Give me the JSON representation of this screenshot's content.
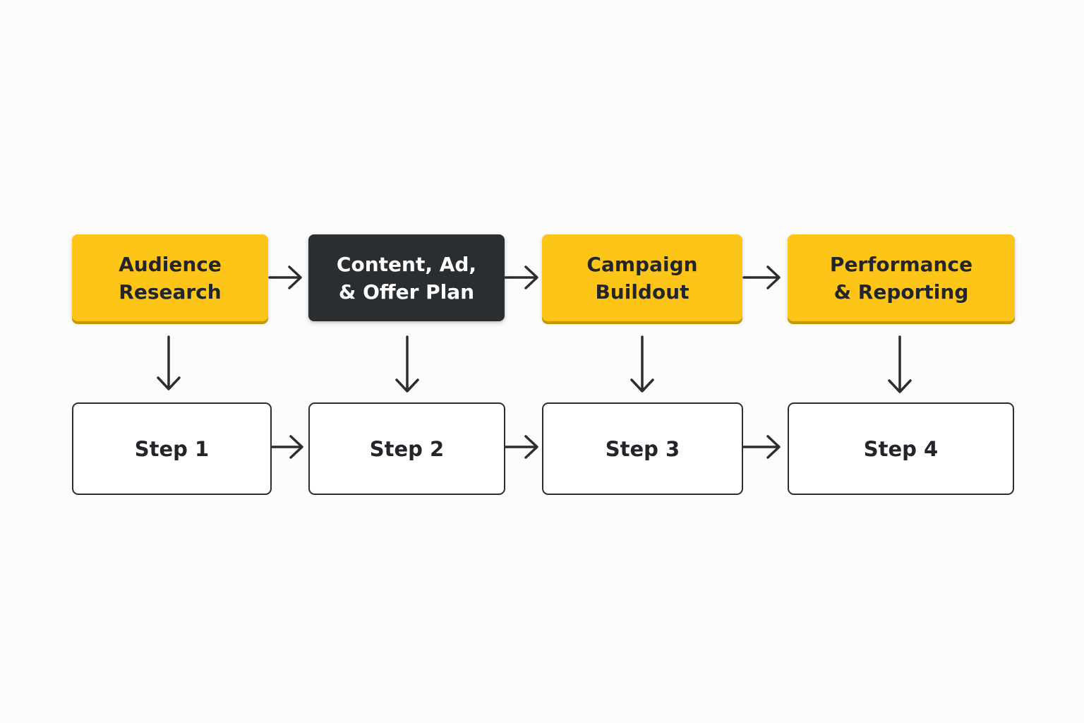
{
  "diagram": {
    "colors": {
      "accent_yellow": "#fcc517",
      "dark": "#2b2e31",
      "background": "#fcfcfc",
      "arrow": "#2b2e31"
    },
    "phases": [
      {
        "label": "Audience\nResearch",
        "style": "yellow"
      },
      {
        "label": "Content, Ad,\n& Offer Plan",
        "style": "dark"
      },
      {
        "label": "Campaign\nBuildout",
        "style": "yellow"
      },
      {
        "label": "Performance\n& Reporting",
        "style": "yellow"
      }
    ],
    "steps": [
      {
        "label": "Step 1"
      },
      {
        "label": "Step 2"
      },
      {
        "label": "Step 3"
      },
      {
        "label": "Step 4"
      }
    ]
  }
}
